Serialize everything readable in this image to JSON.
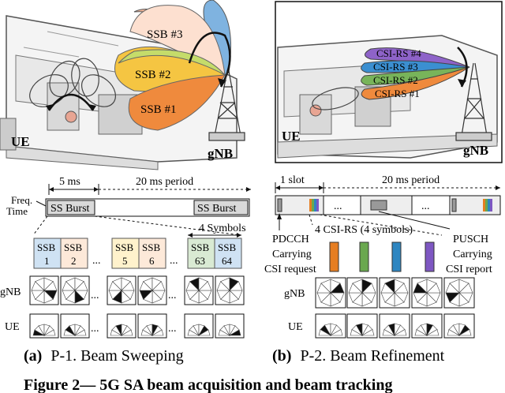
{
  "panel_a": {
    "ue_label": "UE",
    "gnb_label": "gNB",
    "beams": [
      {
        "label": "SSB #3",
        "color": "#b8dcf0"
      },
      {
        "label": "SSB #2",
        "color": "#f1c232"
      },
      {
        "label": "SSB #1",
        "color": "#e67e22"
      }
    ],
    "timing": {
      "period_short": "5 ms",
      "period_long": "20 ms period",
      "axis_freq": "Freq.",
      "axis_time": "Time",
      "burst_label": "SS Burst",
      "symbols_label": "4 Symbols"
    },
    "ssb_blocks": [
      {
        "top": "SSB",
        "num": "1",
        "color": "#cfe2f3"
      },
      {
        "top": "SSB",
        "num": "2",
        "color": "#fde9d9"
      },
      {
        "top": "SSB",
        "num": "5",
        "color": "#fff2cc"
      },
      {
        "top": "SSB",
        "num": "6",
        "color": "#fde9d9"
      },
      {
        "top": "SSB",
        "num": "63",
        "color": "#d9ead3"
      },
      {
        "top": "SSB",
        "num": "64",
        "color": "#cfe2f3"
      }
    ],
    "row_gnb": "gNB",
    "row_ue": "UE",
    "dots": "...",
    "caption_letter": "(a)",
    "caption_text": "P-1. Beam Sweeping"
  },
  "panel_b": {
    "ue_label": "UE",
    "gnb_label": "gNB",
    "beams": [
      {
        "label": "CSI-RS #4",
        "color": "#7e57c2"
      },
      {
        "label": "CSI-RS #3",
        "color": "#2e86c1"
      },
      {
        "label": "CSI-RS #2",
        "color": "#6aa84f"
      },
      {
        "label": "CSI-RS #1",
        "color": "#e67e22"
      }
    ],
    "timing": {
      "slot_label": "1 slot",
      "period_long": "20 ms period",
      "csi_rs_label": "4 CSI-RS (4 symbols)"
    },
    "pdcch_label": [
      "PDCCH",
      "Carrying",
      "CSI request"
    ],
    "pusch_label": [
      "PUSCH",
      "Carrying",
      "CSI report"
    ],
    "csi_bars": [
      {
        "color": "#e67e22"
      },
      {
        "color": "#6aa84f"
      },
      {
        "color": "#2e86c1"
      },
      {
        "color": "#7e57c2"
      }
    ],
    "row_gnb": "gNB",
    "row_ue": "UE",
    "dots": "...",
    "caption_letter": "(b)",
    "caption_text": "P-2. Beam Refinement"
  },
  "figure_caption": "Figure 2— 5G SA beam acquisition and beam tracking"
}
